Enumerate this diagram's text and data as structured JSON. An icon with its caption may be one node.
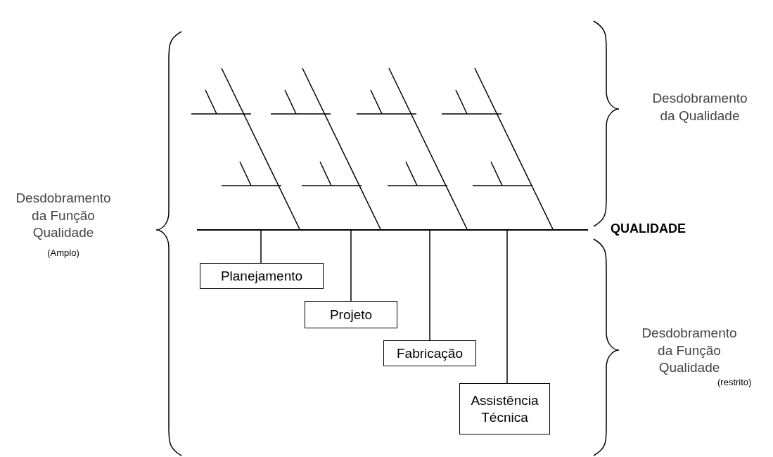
{
  "diagram": {
    "nodes": [
      {
        "text": [],
        "shape": "line"
      },
      {
        "text": [
          "Planejamento"
        ]
      },
      {
        "text": [
          "Projeto"
        ]
      },
      {
        "text": [
          "Fabricação"
        ]
      },
      {
        "text": [
          "Assistência Técnica"
        ]
      }
    ],
    "edges": [
      {
        "from": 0,
        "to": 1,
        "arrow": "none"
      },
      {
        "from": 0,
        "to": 2,
        "arrow": "none"
      },
      {
        "from": 0,
        "to": 3,
        "arrow": "none"
      },
      {
        "from": 0,
        "to": 4,
        "arrow": "none"
      }
    ],
    "labels": [
      "Desdobramento da Qualidade",
      "Desdobramento da Função Qualidade",
      "QUALIDADE",
      "(Amplo)",
      "Desdobramento da Função Qualidade",
      "(restrito)"
    ]
  }
}
